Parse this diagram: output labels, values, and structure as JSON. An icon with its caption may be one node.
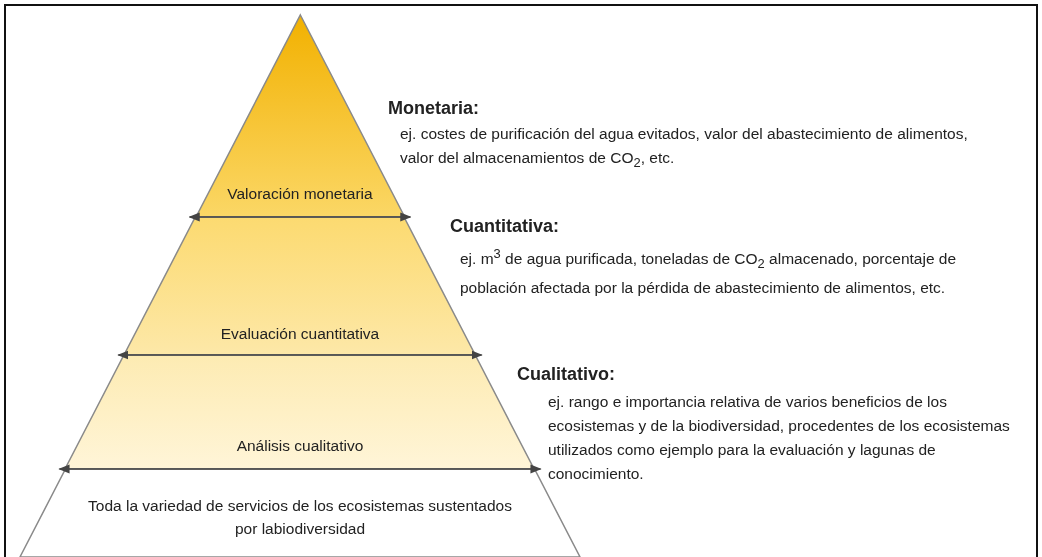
{
  "diagram": {
    "nodes": [
      {
        "text": [
          "Valoración monetaria"
        ]
      },
      {
        "text": [
          "Evaluación cuantitativa"
        ]
      },
      {
        "text": [
          "Análisis cualitativo"
        ]
      },
      {
        "text": [
          "Toda la variedad de servicios de los ecosistemas sustentados por labiodiversidad"
        ]
      }
    ],
    "labels": [
      "Monetaria:",
      "ej. costes de purificación del agua evitados, valor del abastecimiento de alimentos, valor del almacenamientos de CO$_{2}$, etc.",
      "Cuantitativa:",
      "ej. m$^{3}$ de agua purificada, toneladas de CO$_{2}$ almacenado, porcentaje de población afectada por la pérdida de abastecimiento de alimentos, etc.",
      "Cualitativo:",
      "ej. rango e importancia relativa de varios beneficios de los ecosistemas y de la biodiversidad, procedentes de los ecosistemas utilizados como ejemplo para la evaluación y lagunas de conocimiento."
    ]
  }
}
